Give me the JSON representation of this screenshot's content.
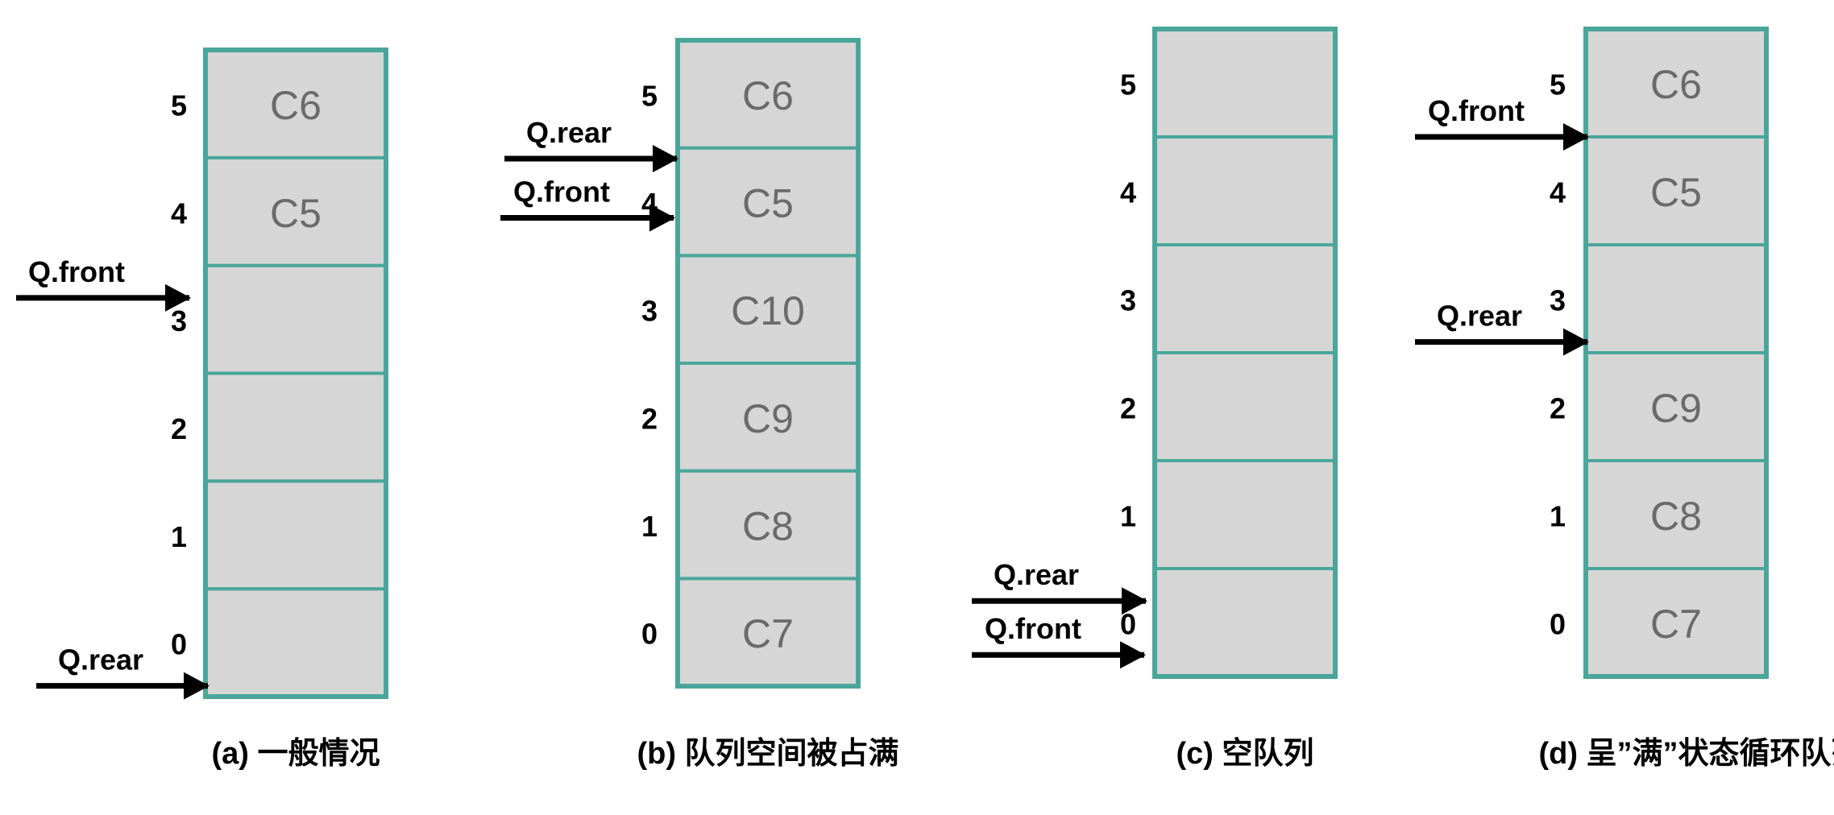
{
  "diagrams": [
    {
      "id": "a",
      "caption": "(a) 一般情况",
      "cells": [
        {
          "index": "0",
          "value": ""
        },
        {
          "index": "1",
          "value": ""
        },
        {
          "index": "2",
          "value": ""
        },
        {
          "index": "3",
          "value": ""
        },
        {
          "index": "4",
          "value": "C5"
        },
        {
          "index": "5",
          "value": "C6"
        }
      ],
      "pointers": [
        {
          "label": "Q.front",
          "slot": 3.7
        },
        {
          "label": "Q.rear",
          "slot": 0.1
        }
      ]
    },
    {
      "id": "b",
      "caption": "(b) 队列空间被占满",
      "cells": [
        {
          "index": "0",
          "value": "C7"
        },
        {
          "index": "1",
          "value": "C8"
        },
        {
          "index": "2",
          "value": "C9"
        },
        {
          "index": "3",
          "value": "C10"
        },
        {
          "index": "4",
          "value": "C5"
        },
        {
          "index": "5",
          "value": "C6"
        }
      ],
      "pointers": [
        {
          "label": "Q.rear",
          "slot": 4.9
        },
        {
          "label": "Q.front",
          "slot": 4.35
        }
      ]
    },
    {
      "id": "c",
      "caption": "(c) 空队列",
      "cells": [
        {
          "index": "0",
          "value": ""
        },
        {
          "index": "1",
          "value": ""
        },
        {
          "index": "2",
          "value": ""
        },
        {
          "index": "3",
          "value": ""
        },
        {
          "index": "4",
          "value": ""
        },
        {
          "index": "5",
          "value": ""
        }
      ],
      "pointers": [
        {
          "label": "Q.rear",
          "slot": 0.7
        },
        {
          "label": "Q.front",
          "slot": 0.2
        }
      ]
    },
    {
      "id": "d",
      "caption": "(d) 呈”满”状态循环队列",
      "cells": [
        {
          "index": "0",
          "value": "C7"
        },
        {
          "index": "1",
          "value": "C8"
        },
        {
          "index": "2",
          "value": "C9"
        },
        {
          "index": "3",
          "value": ""
        },
        {
          "index": "4",
          "value": "C5"
        },
        {
          "index": "5",
          "value": "C6"
        }
      ],
      "pointers": [
        {
          "label": "Q.front",
          "slot": 5
        },
        {
          "label": "Q.rear",
          "slot": 3.1
        }
      ]
    }
  ]
}
